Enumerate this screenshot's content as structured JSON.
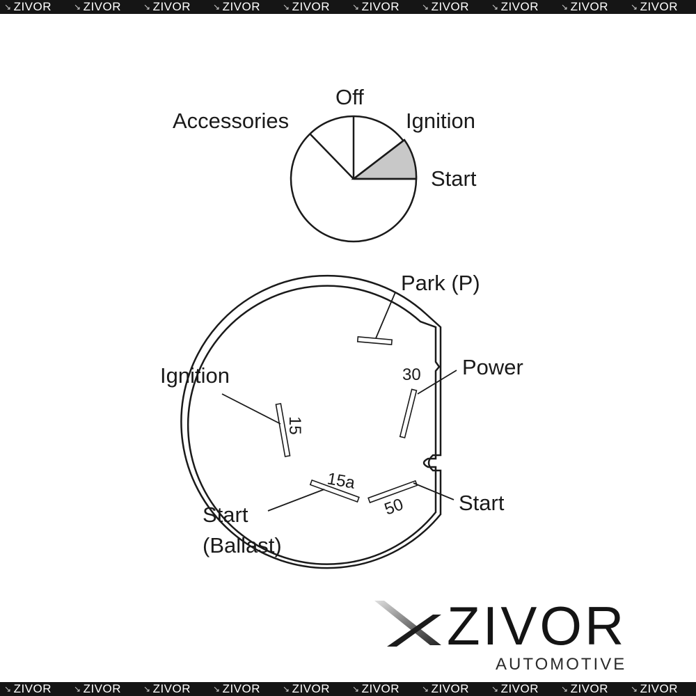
{
  "watermark": {
    "text": "ZIVOR",
    "repeat": 10
  },
  "switch_positions": {
    "labels": [
      "Accessories",
      "Off",
      "Ignition",
      "Start"
    ],
    "highlighted": "Start"
  },
  "terminals": [
    {
      "id": "park",
      "label": "Park (P)",
      "number": ""
    },
    {
      "id": "power",
      "label": "Power",
      "number": "30"
    },
    {
      "id": "ignition",
      "label": "Ignition",
      "number": "15"
    },
    {
      "id": "start-ballast",
      "label": "Start (Ballast)",
      "label_lines": [
        "Start",
        "(Ballast)"
      ],
      "number": "15a"
    },
    {
      "id": "start",
      "label": "Start",
      "number": "50"
    }
  ],
  "logo": {
    "name": "ZIVOR",
    "tagline": "AUTOMOTIVE"
  },
  "colors": {
    "band": "#151515",
    "highlight": "#c8c8c8",
    "ink": "#1a1a1a"
  }
}
